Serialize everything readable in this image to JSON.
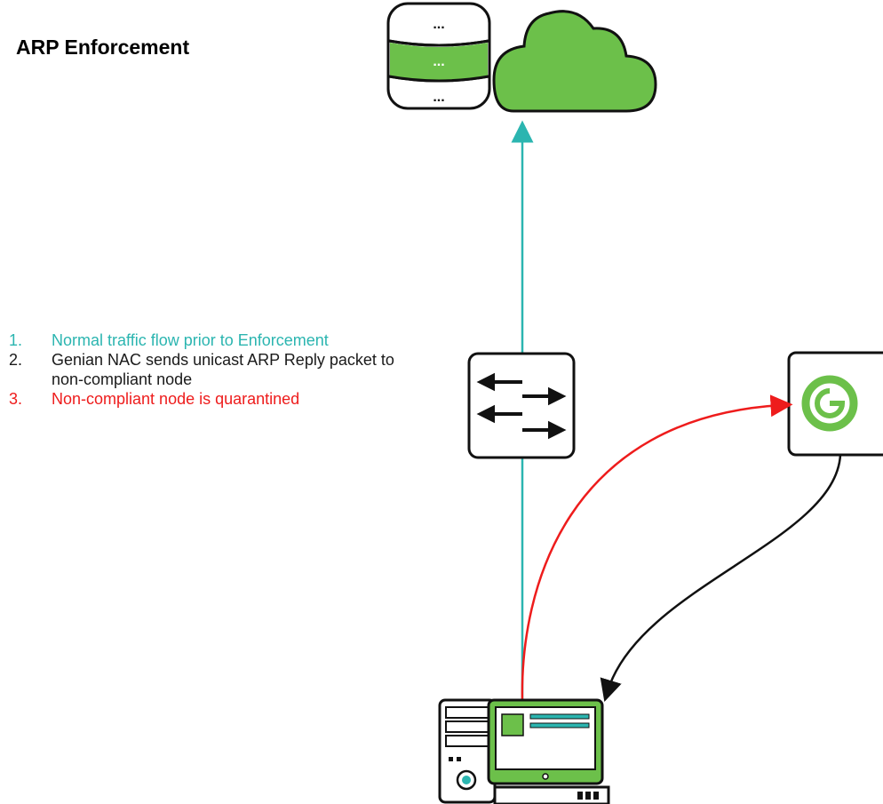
{
  "title": "ARP Enforcement",
  "steps": [
    {
      "num": "1.",
      "text": "Normal traffic flow prior to Enforcement",
      "color": "#2bb5b0"
    },
    {
      "num": "2.",
      "text": "Genian NAC sends unicast ARP Reply packet to non-compliant node",
      "color": "#1a1a1a"
    },
    {
      "num": "3.",
      "text": "Non-compliant node is quarantined",
      "color": "#ee1c1c"
    }
  ],
  "colors": {
    "brand_green": "#6cc04a",
    "teal": "#2bb5b0",
    "red": "#ee1c1c",
    "black": "#111111"
  },
  "icons": [
    "database-icon",
    "cloud-icon",
    "switch-icon",
    "genian-nac-logo-icon",
    "computer-icon"
  ]
}
